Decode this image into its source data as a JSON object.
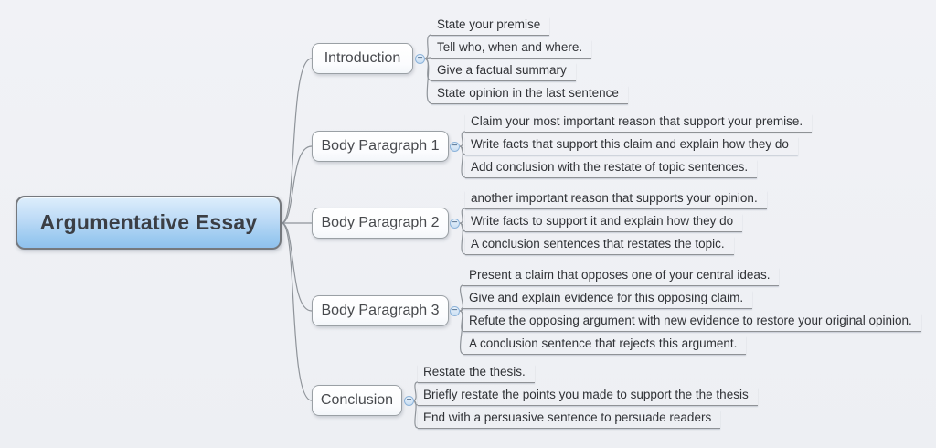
{
  "root": {
    "label": "Argumentative Essay"
  },
  "branches": [
    {
      "label": "Introduction",
      "children": [
        "State your premise",
        "Tell who, when and where.",
        "Give a factual summary",
        "State opinion in the last sentence"
      ]
    },
    {
      "label": "Body Paragraph 1",
      "children": [
        "Claim your most important reason that support your premise.",
        "Write facts that support this claim and explain how they do",
        "Add conclusion with the restate of topic sentences."
      ]
    },
    {
      "label": "Body Paragraph 2",
      "children": [
        "another important reason that supports your opinion.",
        "Write facts to support it and explain how they do",
        "A conclusion sentences that restates the topic."
      ]
    },
    {
      "label": "Body Paragraph 3",
      "children": [
        "Present a claim that opposes one of your central ideas.",
        "Give and explain evidence for this opposing claim.",
        "Refute the opposing argument with new evidence to restore your original opinion.",
        "A conclusion sentence that rejects this argument."
      ]
    },
    {
      "label": "Conclusion",
      "children": [
        "Restate the thesis.",
        "Briefly restate the points you made to support the the thesis",
        "End with a persuasive sentence to persuade readers"
      ]
    }
  ],
  "icons": {
    "collapse_glyph": "−"
  },
  "colors": {
    "canvas_background": "#eef0f4",
    "root_fill_top": "#ddeefc",
    "root_fill_bottom": "#8fc0ec",
    "root_border": "#75787d",
    "branch_border": "#9aa0a5",
    "connector_line": "#8f949a",
    "collapse_fill": "#c9def3",
    "text_dark": "#3b3e44"
  }
}
